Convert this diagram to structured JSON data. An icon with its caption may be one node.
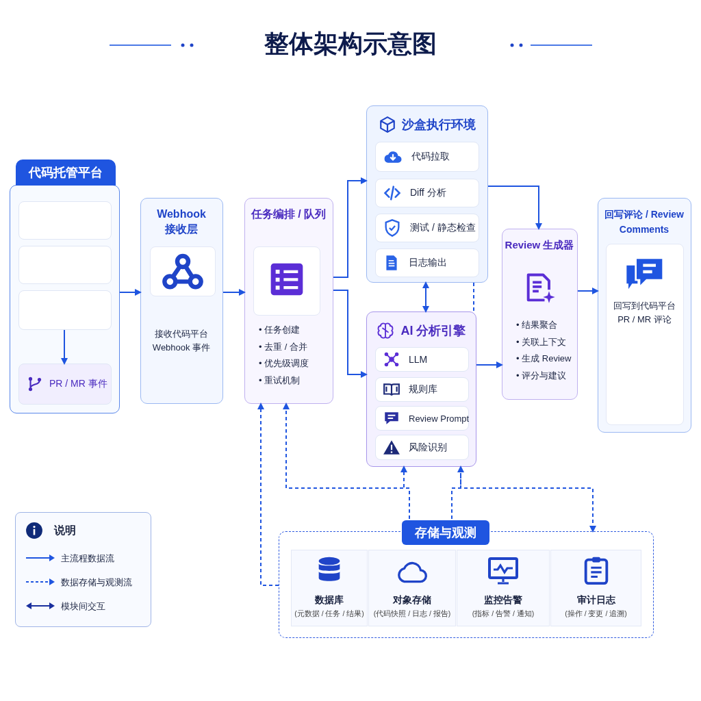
{
  "diagram": {
    "title": "整体架构示意图",
    "nodes": [
      {
        "text": [
          "代码托管平台"
        ]
      },
      {
        "text": [],
        "shape": "box",
        "in": 0
      },
      {
        "text": [],
        "shape": "box",
        "in": 0
      },
      {
        "text": [],
        "shape": "box",
        "in": 0
      },
      {
        "text": [
          "PR / MR 事件"
        ],
        "in": 0
      },
      {
        "text": [
          "Webhook 接收层",
          "接收代码平台 Webhook 事件"
        ]
      },
      {
        "text": [
          "任务编排 / 队列",
          "• 任务创建",
          "• 去重 / 合并",
          "• 优先级调度",
          "• 重试机制"
        ]
      },
      {
        "text": [
          "沙盒执行环境"
        ]
      },
      {
        "text": [
          "代码拉取"
        ],
        "in": 7
      },
      {
        "text": [
          "Diff 分析"
        ],
        "in": 7
      },
      {
        "text": [
          "测试 / 静态检查"
        ],
        "in": 7
      },
      {
        "text": [
          "日志输出"
        ],
        "in": 7
      },
      {
        "text": [
          "AI 分析引擎"
        ]
      },
      {
        "text": [
          "LLM"
        ],
        "in": 12
      },
      {
        "text": [
          "规则库"
        ],
        "in": 12
      },
      {
        "text": [
          "Review Prompt"
        ],
        "in": 12
      },
      {
        "text": [
          "风险识别"
        ],
        "in": 12
      },
      {
        "text": [
          "Review 生成器",
          "• 结果聚合",
          "• 关联上下文",
          "• 生成 Review",
          "• 评分与建议"
        ]
      },
      {
        "text": [
          "回写评论 / Review Comments",
          "回写到代码平台 PR / MR 评论"
        ]
      },
      {
        "text": [
          "存储与观测"
        ]
      },
      {
        "text": [
          "数据库",
          "(元数据 / 任务 / 结果)"
        ],
        "in": 19
      },
      {
        "text": [
          "对象存储",
          "(代码快照 / 日志 / 报告)"
        ],
        "in": 19
      },
      {
        "text": [
          "监控告警",
          "(指标 / 告警 / 通知)"
        ],
        "in": 19
      },
      {
        "text": [
          "审计日志",
          "(操作 / 变更 / 追溯)"
        ],
        "in": 19
      }
    ],
    "edges": [
      {
        "from": 3,
        "to": 4,
        "arrow": "to"
      },
      {
        "from": 0,
        "to": 5,
        "arrow": "to"
      },
      {
        "from": 5,
        "to": 6,
        "arrow": "to"
      },
      {
        "from": 6,
        "to": 7,
        "arrow": "to"
      },
      {
        "from": 6,
        "to": 12,
        "arrow": "to"
      },
      {
        "from": 7,
        "to": 17,
        "arrow": "to"
      },
      {
        "from": 7,
        "to": 12,
        "arrow": "both"
      },
      {
        "from": 7,
        "to": 12,
        "arrow": "none",
        "style": "dashed"
      },
      {
        "from": 12,
        "to": 17,
        "arrow": "to"
      },
      {
        "from": 17,
        "to": 18,
        "arrow": "to"
      },
      {
        "from": 19,
        "to": 6,
        "arrow": "to",
        "style": "dashed"
      },
      {
        "from": 19,
        "to": 6,
        "arrow": "to",
        "style": "dashed"
      },
      {
        "from": 19,
        "to": 12,
        "arrow": "to",
        "style": "dashed"
      },
      {
        "from": 19,
        "to": 12,
        "arrow": "to",
        "style": "dashed"
      },
      {
        "from": 12,
        "to": 19,
        "arrow": "to",
        "style": "dashed"
      }
    ],
    "labels": [
      "说明"
    ],
    "legend": [
      {
        "text": "主流程数据流"
      },
      {
        "text": "数据存储与观测流"
      },
      {
        "text": "模块间交互"
      }
    ]
  }
}
